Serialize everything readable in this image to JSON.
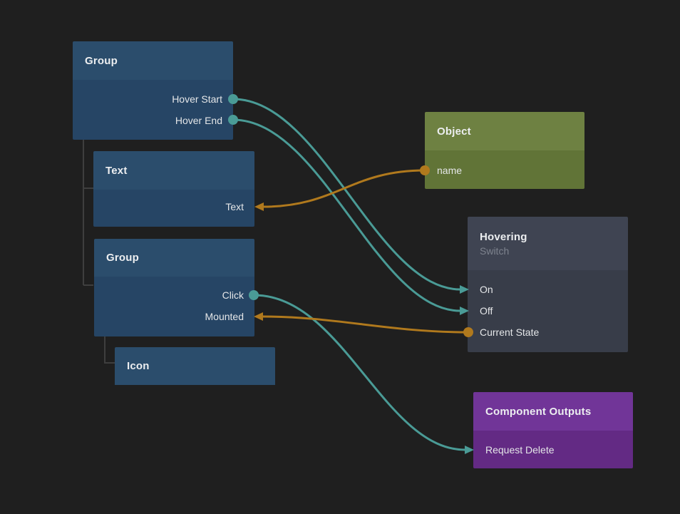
{
  "canvas": {
    "background": "#1f1f1f"
  },
  "colors": {
    "signal_accent": "#4a9b96",
    "data_accent": "#b0791d",
    "hierarchy_line": "#3e3e3e",
    "node_blue_header": "#2b4d6c",
    "node_blue_body": "#264565",
    "node_olive_header": "#6e8142",
    "node_olive_body": "#617437",
    "node_gray_header": "#3f4452",
    "node_gray_body": "#383d49",
    "node_purple_header": "#713598",
    "node_purple_body": "#632a84"
  },
  "nodes": [
    {
      "title": "Group",
      "ports": [
        {
          "label": "Hover Start",
          "side": "right",
          "connector": "dot",
          "color": "#4a9b96"
        },
        {
          "label": "Hover End",
          "side": "right",
          "connector": "dot",
          "color": "#4a9b96"
        }
      ]
    },
    {
      "title": "Text",
      "ports": [
        {
          "label": "Text",
          "side": "right",
          "connector": "arrow-in",
          "color": "#b0791d"
        }
      ]
    },
    {
      "title": "Group",
      "ports": [
        {
          "label": "Click",
          "side": "right",
          "connector": "dot",
          "color": "#4a9b96"
        },
        {
          "label": "Mounted",
          "side": "right",
          "connector": "arrow-in",
          "color": "#b0791d"
        }
      ]
    },
    {
      "title": "Icon",
      "ports": []
    },
    {
      "title": "Object",
      "ports": [
        {
          "label": "name",
          "side": "left",
          "connector": "dot",
          "color": "#b0791d"
        }
      ]
    },
    {
      "title": "Hovering",
      "subtitle": "Switch",
      "ports": [
        {
          "label": "On",
          "side": "left",
          "connector": "arrow-in",
          "color": "#4a9b96"
        },
        {
          "label": "Off",
          "side": "left",
          "connector": "arrow-in",
          "color": "#4a9b96"
        },
        {
          "label": "Current State",
          "side": "left",
          "connector": "dot",
          "color": "#b0791d"
        }
      ]
    },
    {
      "title": "Component Outputs",
      "ports": [
        {
          "label": "Request Delete",
          "side": "left",
          "connector": "arrow-in",
          "color": "#4a9b96"
        }
      ]
    }
  ],
  "connections": [
    {
      "from": "Group / Hover Start",
      "to": "Hovering / On",
      "color": "#4a9b96"
    },
    {
      "from": "Group / Hover End",
      "to": "Hovering / Off",
      "color": "#4a9b96"
    },
    {
      "from": "Object / name",
      "to": "Text / Text",
      "color": "#b0791d"
    },
    {
      "from": "Group / Click",
      "to": "Component Outputs / Request Delete",
      "color": "#4a9b96"
    },
    {
      "from": "Hovering / Current State",
      "to": "Group / Mounted",
      "color": "#b0791d"
    }
  ]
}
